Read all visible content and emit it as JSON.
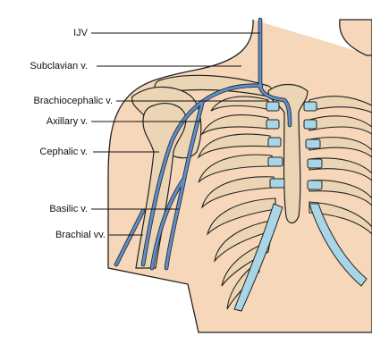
{
  "labels": {
    "ijv": "IJV",
    "subclavian": "Subclavian v.",
    "brachiocephalic": "Brachiocephalic v.",
    "axillary": "Axillary v.",
    "cephalic": "Cephalic v.",
    "basilic": "Basilic v.",
    "brachial": "Brachial vv."
  },
  "colors": {
    "skin": "#f6d7b9",
    "bone": "#ecd5b4",
    "cartilage": "#a9d6e6",
    "vein": "#5e8fcc",
    "outline": "#222222"
  }
}
